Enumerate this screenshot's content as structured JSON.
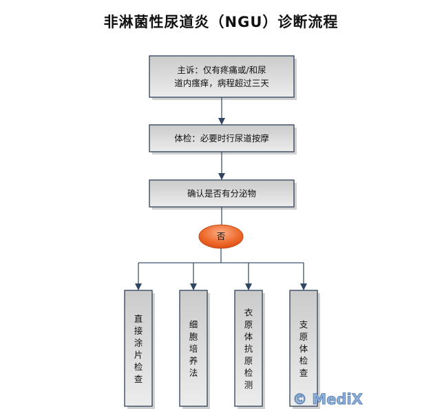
{
  "title": "非淋菌性尿道炎（NGU）诊断流程",
  "nodes": {
    "complaint_line1": "主诉：仅有疼痛或/和尿",
    "complaint_line2": "道内瘙痒，病程超过三天",
    "exam": "体检：必要时行尿道按摩",
    "confirm": "确认是否有分泌物",
    "decision_no": "否"
  },
  "tests": [
    [
      "直",
      "接",
      "涂",
      "片",
      "检",
      "查"
    ],
    [
      "细",
      "胞",
      "培",
      "养",
      "法"
    ],
    [
      "衣",
      "原",
      "体",
      "抗",
      "原",
      "检",
      "测"
    ],
    [
      "支",
      "原",
      "体",
      "检",
      "查"
    ]
  ],
  "watermark": "© MediX",
  "colors": {
    "box_border": "#2c3e57",
    "decision_fill": "#e8561c",
    "line": "#3d5069"
  }
}
